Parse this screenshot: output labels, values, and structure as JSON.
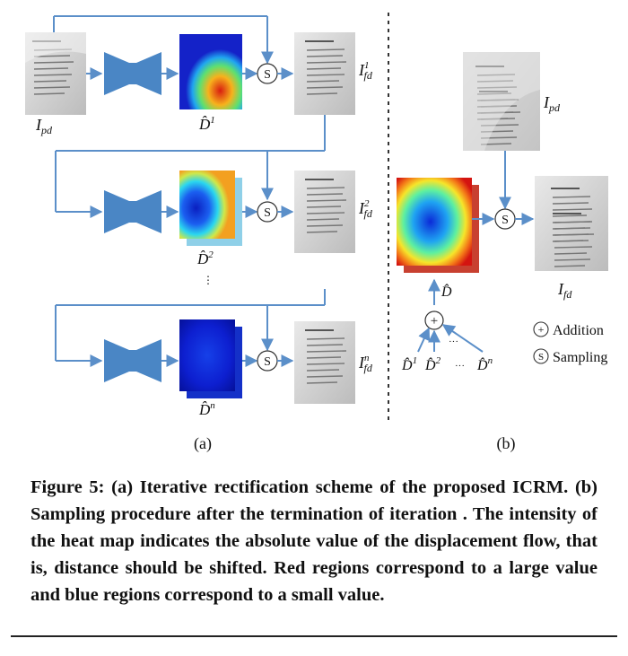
{
  "figure": {
    "panel_a_label": "(a)",
    "panel_b_label": "(b)",
    "labels": {
      "ipd": "I",
      "ipd_sub": "pd",
      "ifd1": "I",
      "ifd1_sup": "1",
      "ifd1_sub": "fd",
      "ifd2": "I",
      "ifd2_sup": "2",
      "ifd2_sub": "fd",
      "ifdn": "I",
      "ifdn_sup": "n",
      "ifdn_sub": "fd",
      "d1": "D̂",
      "d1_sup": "1",
      "d2": "D̂",
      "d2_sup": "2",
      "dn": "D̂",
      "dn_sup": "n",
      "vdots": "⋮",
      "ipd_b": "I",
      "ipd_b_sub": "pd",
      "ifd_b": "I",
      "ifd_b_sub": "fd",
      "d_hat_b": "D̂",
      "sum_d1": "D̂",
      "sum_d1_sup": "1",
      "sum_d2": "D̂",
      "sum_d2_sup": "2",
      "sum_dots": "···",
      "sum_dots2": "···",
      "sum_dn": "D̂",
      "sum_dn_sup": "n",
      "sampling_symbol": "S",
      "addition_symbol": "+"
    },
    "legend": {
      "addition_label": "Addition",
      "sampling_label": "Sampling"
    },
    "colors": {
      "arrow": "#5b8fc9",
      "network": "#4a86c5",
      "divider": "#333333"
    }
  },
  "caption": {
    "text": "Figure 5: (a) Iterative rectification scheme of the proposed ICRM. (b) Sampling procedure after the termination of iteration . The intensity of the heat map indicates the absolute value of the displacement flow, that is, distance should be shifted. Red regions correspond to a large value and blue regions correspond to a small value."
  }
}
